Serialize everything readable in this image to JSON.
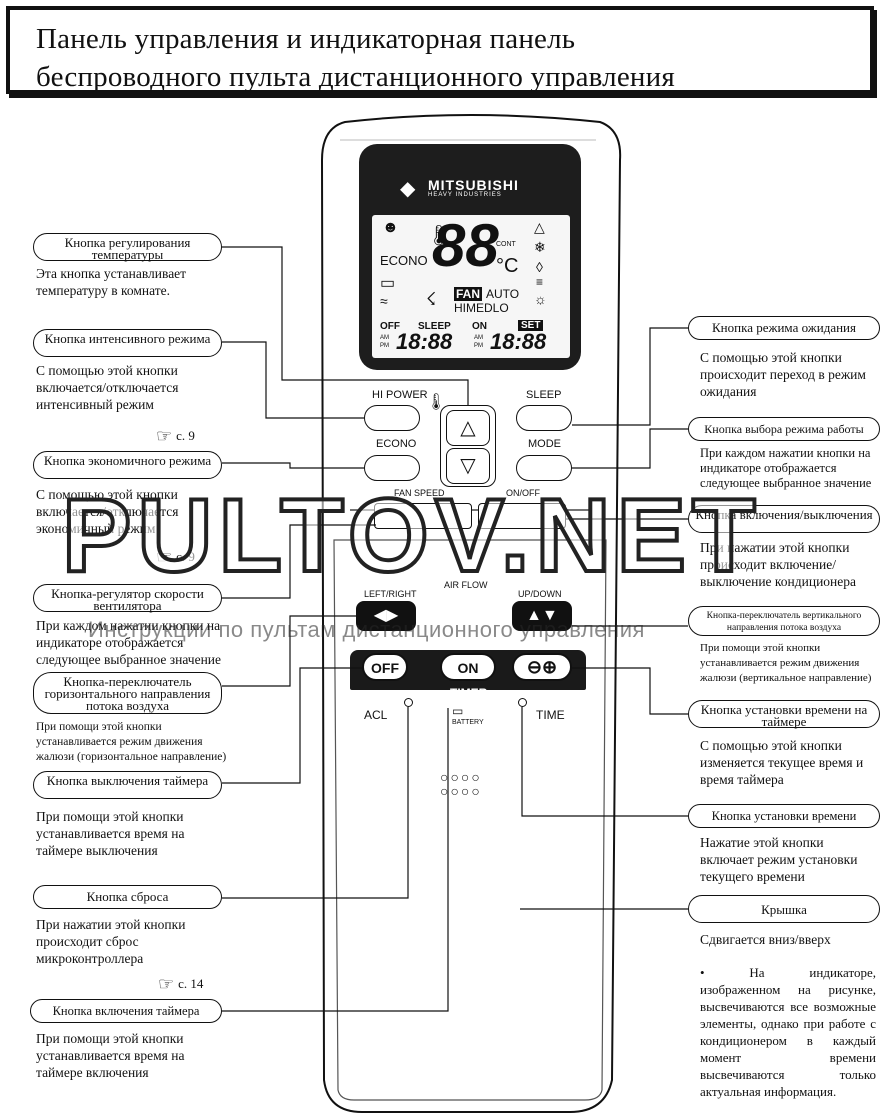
{
  "title": {
    "line1": "Панель управления и индикаторная панель",
    "line2": "беспроводного пульта дистанционного управления"
  },
  "remote": {
    "brand": "MITSUBISHI",
    "brand_sub": "HEAVY INDUSTRIES",
    "lcd": {
      "econo": "ECONO",
      "cont": "CONT",
      "degree_c": "°C",
      "fan": "FAN",
      "auto": "AUTO",
      "himedlo": "HIMEDLO",
      "off": "OFF",
      "sleep": "SLEEP",
      "on": "ON",
      "set": "SET",
      "am": "AM",
      "pm": "PM",
      "time1": "18:88",
      "time2": "18:88",
      "temp_digits": "88"
    },
    "buttons": {
      "hi_power": "HI POWER",
      "sleep": "SLEEP",
      "econo": "ECONO",
      "mode": "MODE",
      "fan_speed": "FAN SPEED",
      "on_off": "ON/OFF",
      "air_flow": "AIR FLOW",
      "left_right": "LEFT/RIGHT",
      "up_down": "UP/DOWN",
      "off": "OFF",
      "on": "ON",
      "timer": "TIMER",
      "acl": "ACL",
      "time": "TIME",
      "battery": "BATTERY"
    }
  },
  "labels": {
    "temp": {
      "title": "Кнопка регулирования температуры",
      "desc": "Эта кнопка устанавливает температуру в комнате."
    },
    "hipower": {
      "title": "Кнопка интенсивного режима",
      "desc": "С помощью этой кнопки включается/отключается интенсивный режим",
      "ref": "с. 9"
    },
    "econo": {
      "title": "Кнопка экономичного режима",
      "desc": "С помощью этой кнопки включается/отключается экономичный режим",
      "ref": "с. 9"
    },
    "fanspeed": {
      "title": "Кнопка-регулятор скорости вентилятора",
      "desc": "При каждом нажатии кнопки на индикаторе отображается следующее выбранное значение"
    },
    "leftright": {
      "title": "Кнопка-переключатель горизонтального направления потока воздуха",
      "desc": "При помощи этой кнопки устанавливается режим движения жалюзи (горизонтальное направление)"
    },
    "timeroff": {
      "title": "Кнопка выключения таймера",
      "desc": "При помощи этой кнопки устанавливается время на таймере выключения"
    },
    "reset": {
      "title": "Кнопка сброса",
      "desc": "При нажатии этой кнопки происходит сброс микроконтроллера",
      "ref": "с. 14"
    },
    "timeron": {
      "title": "Кнопка включения таймера",
      "desc": "При помощи этой кнопки устанавливается время на таймере включения"
    },
    "sleep": {
      "title": "Кнопка режима ожидания",
      "desc": "С помощью этой кнопки происходит переход в режим ожидания"
    },
    "mode": {
      "title": "Кнопка выбора режима работы",
      "desc": "При каждом нажатии кнопки на индикаторе отображается следующее выбранное значение"
    },
    "onoff": {
      "title": "Кнопка включения/выключения",
      "desc": "При нажатии этой кнопки происходит включение/выключение кондиционера"
    },
    "updown": {
      "title": "Кнопка-переключатель вертикального направления потока воздуха",
      "desc": "При помощи этой кнопки устанавливается режим движения жалюзи (вертикальное направление)"
    },
    "timerset": {
      "title": "Кнопка установки времени на таймере",
      "desc": "С помощью этой кнопки изменяется текущее время и время таймера"
    },
    "clock": {
      "title": "Кнопка установки времени",
      "desc": "Нажатие этой кнопки включает режим установки текущего времени"
    },
    "cover": {
      "title": "Крышка",
      "desc": "Сдвигается вниз/вверх"
    },
    "note": "• На индикаторе, изображенном на рисунке, высвечиваются все возможные элементы, однако при работе с кондиционером в каждый момент времени высвечиваются только актуальная информация."
  },
  "watermark": {
    "main": "PULTOV.NET",
    "sub": "Инструкции по пультам дистанционного управления"
  }
}
